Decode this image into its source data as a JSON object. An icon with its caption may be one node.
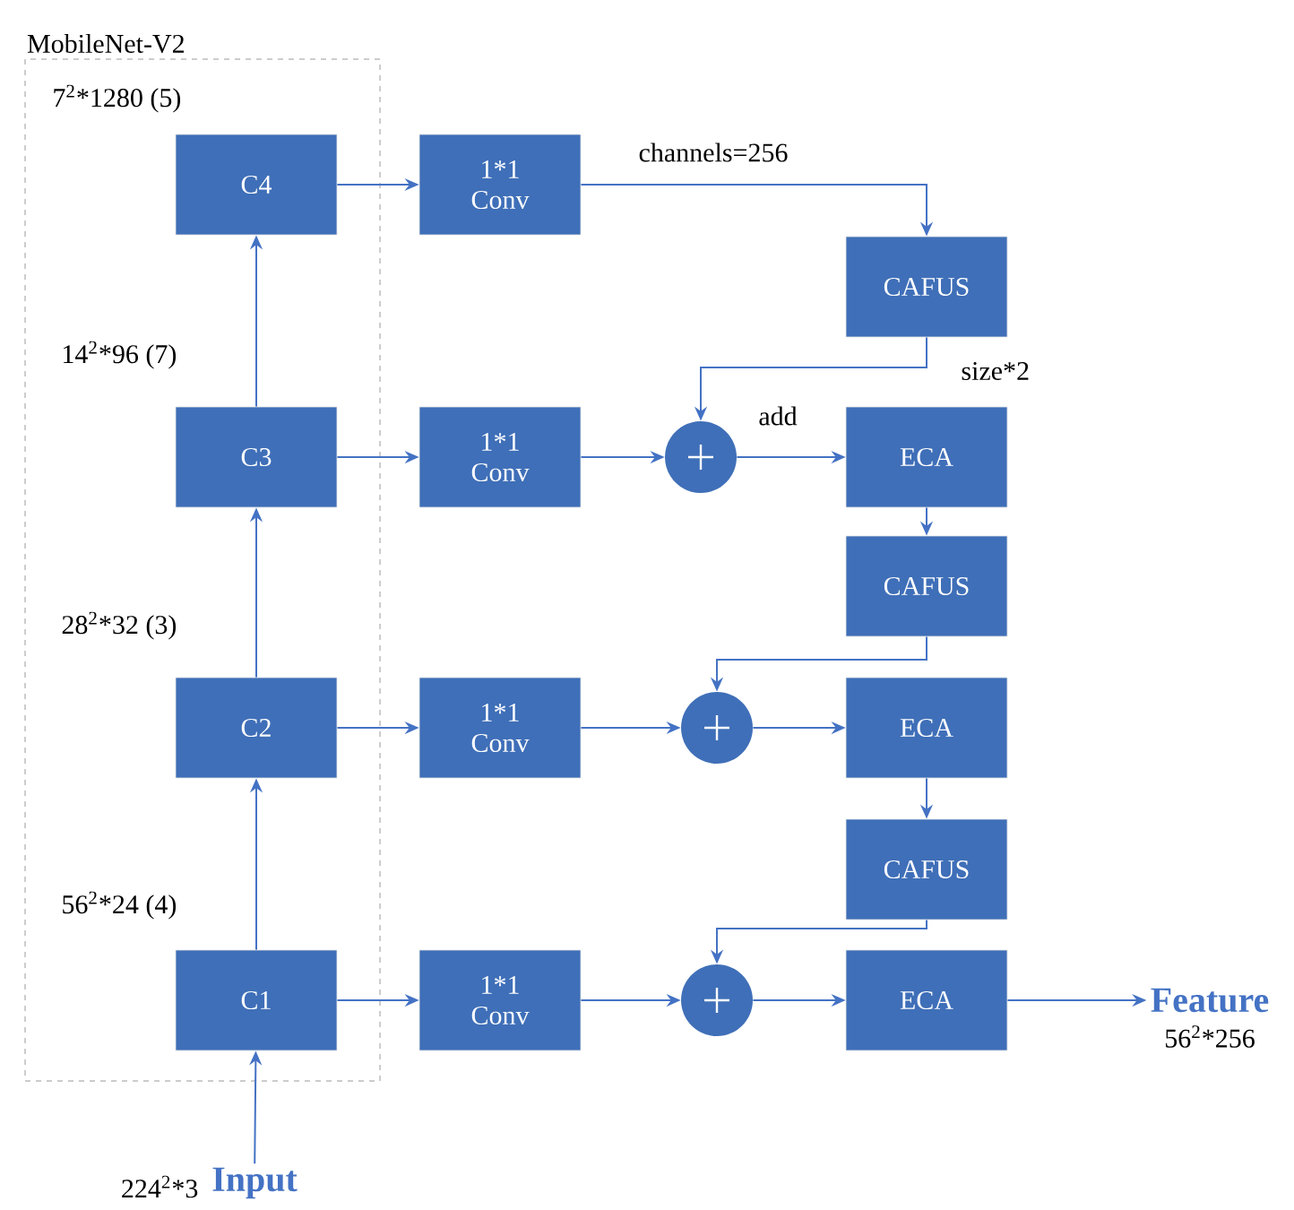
{
  "diagram": {
    "nodes": [
      {
        "text": [
          "MobileNet-V2"
        ]
      },
      {
        "text": [
          "C4"
        ],
        "in": 0
      },
      {
        "text": [
          "C3"
        ],
        "in": 0
      },
      {
        "text": [
          "C2"
        ],
        "in": 0
      },
      {
        "text": [
          "C1"
        ],
        "in": 0
      },
      {
        "text": [
          "1*1 Conv"
        ]
      },
      {
        "text": [
          "1*1 Conv"
        ]
      },
      {
        "text": [
          "1*1 Conv"
        ]
      },
      {
        "text": [
          "1*1 Conv"
        ]
      },
      {
        "text": [
          "CAFUS"
        ]
      },
      {
        "text": [],
        "shape": "circle"
      },
      {
        "text": [
          "ECA"
        ]
      },
      {
        "text": [
          "CAFUS"
        ]
      },
      {
        "text": [],
        "shape": "circle"
      },
      {
        "text": [
          "ECA"
        ]
      },
      {
        "text": [
          "CAFUS"
        ]
      },
      {
        "text": [],
        "shape": "circle"
      },
      {
        "text": [
          "ECA"
        ]
      },
      {
        "text": [
          "Input"
        ],
        "beside": [
          "224$^{2}$*3"
        ]
      },
      {
        "text": [
          "Feature"
        ],
        "beside": [
          "56$^{2}$*256"
        ]
      }
    ],
    "edges": [
      {
        "from": 18,
        "to": 4,
        "arrow": "to"
      },
      {
        "from": 4,
        "to": 3,
        "arrow": "to"
      },
      {
        "from": 3,
        "to": 2,
        "arrow": "to"
      },
      {
        "from": 2,
        "to": 1,
        "arrow": "to"
      },
      {
        "from": 1,
        "to": 5,
        "arrow": "to"
      },
      {
        "from": 2,
        "to": 6,
        "arrow": "to"
      },
      {
        "from": 3,
        "to": 7,
        "arrow": "to"
      },
      {
        "from": 4,
        "to": 8,
        "arrow": "to"
      },
      {
        "from": 5,
        "to": 9,
        "arrow": "to",
        "label": "channels=256"
      },
      {
        "from": 9,
        "to": 10,
        "arrow": "to"
      },
      {
        "from": 6,
        "to": 10,
        "arrow": "to"
      },
      {
        "from": 10,
        "to": 11,
        "arrow": "to",
        "label": "add"
      },
      {
        "from": 11,
        "to": 12,
        "arrow": "to"
      },
      {
        "from": 12,
        "to": 13,
        "arrow": "to"
      },
      {
        "from": 7,
        "to": 13,
        "arrow": "to"
      },
      {
        "from": 13,
        "to": 14,
        "arrow": "to"
      },
      {
        "from": 14,
        "to": 15,
        "arrow": "to"
      },
      {
        "from": 15,
        "to": 16,
        "arrow": "to"
      },
      {
        "from": 8,
        "to": 16,
        "arrow": "to"
      },
      {
        "from": 16,
        "to": 17,
        "arrow": "to"
      },
      {
        "from": 17,
        "to": 19,
        "arrow": "to"
      }
    ],
    "labels": [
      "7$^{2}$*1280 (5)",
      "14$^{2}$*96 (7)",
      "28$^{2}$*32 (3)",
      "56$^{2}$*24 (4)",
      "size*2"
    ]
  }
}
